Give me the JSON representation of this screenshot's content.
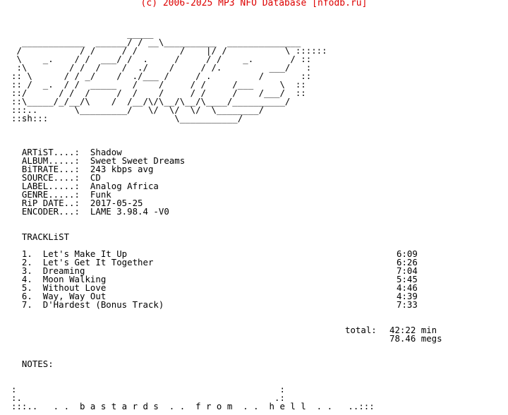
{
  "header": "(c) 2006-2025 MP3 NFO Database [nfodb.ru]",
  "logo": [
    "                      _____",
    "  ____________  ______/ / __\\__________  ______________",
    " /           / /     / /        /    |/ /           \\ ::::::",
    " \\    _.    / /  ___/ /  .     /     / /    _.       / ::",
    " :\\        / /  /    /  ./    /     / /.         ___/   :",
    ":: \\      / / _/    /  ./___ /     / .         /       ::",
    ":: /  _.  / /  _____   /    /     / /     /___     \\  ::",
    "::/      / /  /     /  /    /     / /     /    /___/  ::",
    "::\\_____/_/__/\\    /  /__/\\/\\__/\\__/\\____/__________/",
    ":::..       \\_________/   \\/  \\/  \\/  \\________/",
    "::sh:::                        \\___________/"
  ],
  "info": [
    {
      "key": "ARTiST....:",
      "value": "Shadow"
    },
    {
      "key": "ALBUM.....:",
      "value": "Sweet Sweet Dreams"
    },
    {
      "key": "BiTRATE...:",
      "value": "243 kbps avg"
    },
    {
      "key": "SOURCE....:",
      "value": "CD"
    },
    {
      "key": "LABEL.....:",
      "value": "Analog Africa"
    },
    {
      "key": "GENRE.....:",
      "value": "Funk"
    },
    {
      "key": "RiP DATE..:",
      "value": "2017-05-25"
    },
    {
      "key": "ENCODER...:",
      "value": "LAME 3.98.4 -V0"
    }
  ],
  "tracklist_title": "TRACKLiST",
  "tracks": [
    {
      "num": "1.",
      "title": "Let's Make It Up",
      "time": "6:09"
    },
    {
      "num": "2.",
      "title": "Let's Get It Together",
      "time": "6:26"
    },
    {
      "num": "3.",
      "title": "Dreaming",
      "time": "7:04"
    },
    {
      "num": "4.",
      "title": "Moon Walking",
      "time": "5:45"
    },
    {
      "num": "5.",
      "title": "Without Love",
      "time": "4:46"
    },
    {
      "num": "6.",
      "title": "Way, Way Out",
      "time": "4:39"
    },
    {
      "num": "7.",
      "title": "D'Hardest (Bonus Track)",
      "time": "7:33"
    }
  ],
  "total_label": "total:",
  "total_time": "42:22 min",
  "total_size": "78.46 megs",
  "notes_title": "NOTES:",
  "footer": [
    ":                                                  :",
    ":.                                                .:",
    ":::..   . .  b a s t a r d s  . .  f r o m  . .  h e l l  . .   ..:::"
  ],
  "colors": {
    "header": "#dd0000",
    "text": "#000000",
    "background": "#ffffff"
  }
}
